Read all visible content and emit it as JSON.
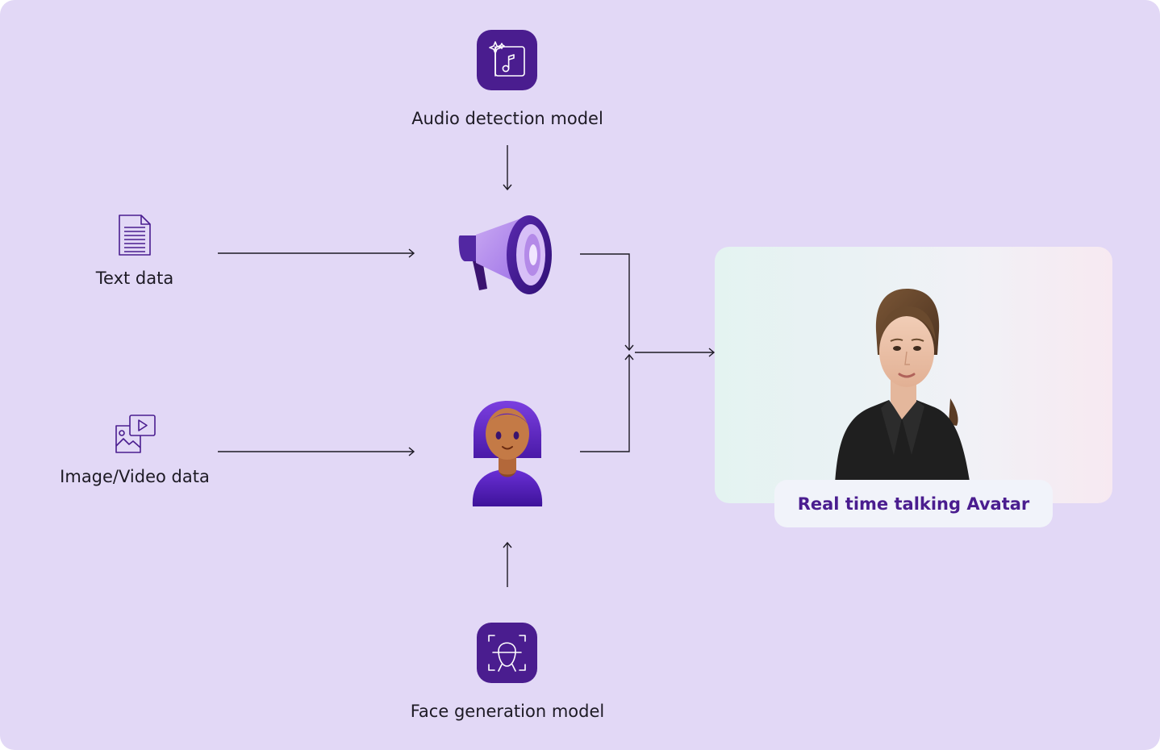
{
  "nodes": {
    "audio_model": {
      "label": "Audio detection model",
      "icon": "audio-sparkle-note-icon"
    },
    "face_model": {
      "label": "Face generation model",
      "icon": "face-scan-icon"
    },
    "text_data": {
      "label": "Text data",
      "icon": "document-icon"
    },
    "media_data": {
      "label": "Image/Video data",
      "icon": "image-video-icon"
    },
    "speaker": {
      "icon": "megaphone-icon"
    },
    "face": {
      "icon": "woman-avatar-icon"
    },
    "output": {
      "label": "Real time talking Avatar",
      "image": "woman-portrait"
    }
  },
  "colors": {
    "background": "#e2d8f6",
    "accent": "#4a1d8f",
    "text": "#1d1a24",
    "line": "#1d1a24"
  }
}
